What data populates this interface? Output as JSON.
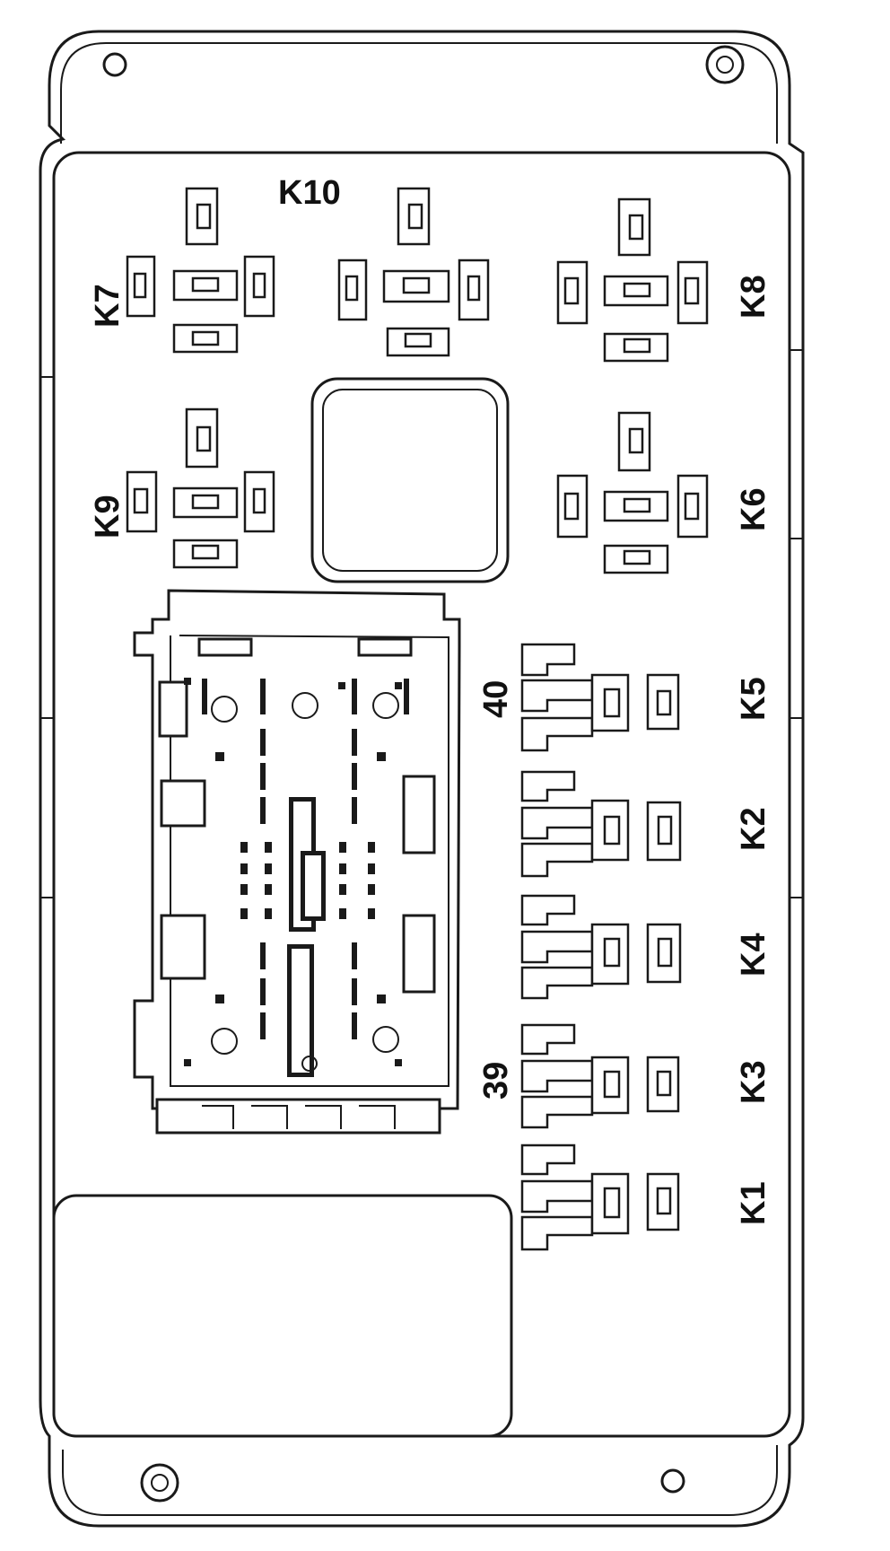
{
  "relays": {
    "K10": "K10",
    "K7": "K7",
    "K8": "K8",
    "K9": "K9",
    "K6": "K6",
    "K5": "K5",
    "K2": "K2",
    "K4": "K4",
    "K3": "K3",
    "K1": "K1"
  },
  "connectors": {
    "c40": "40",
    "c39": "39"
  }
}
